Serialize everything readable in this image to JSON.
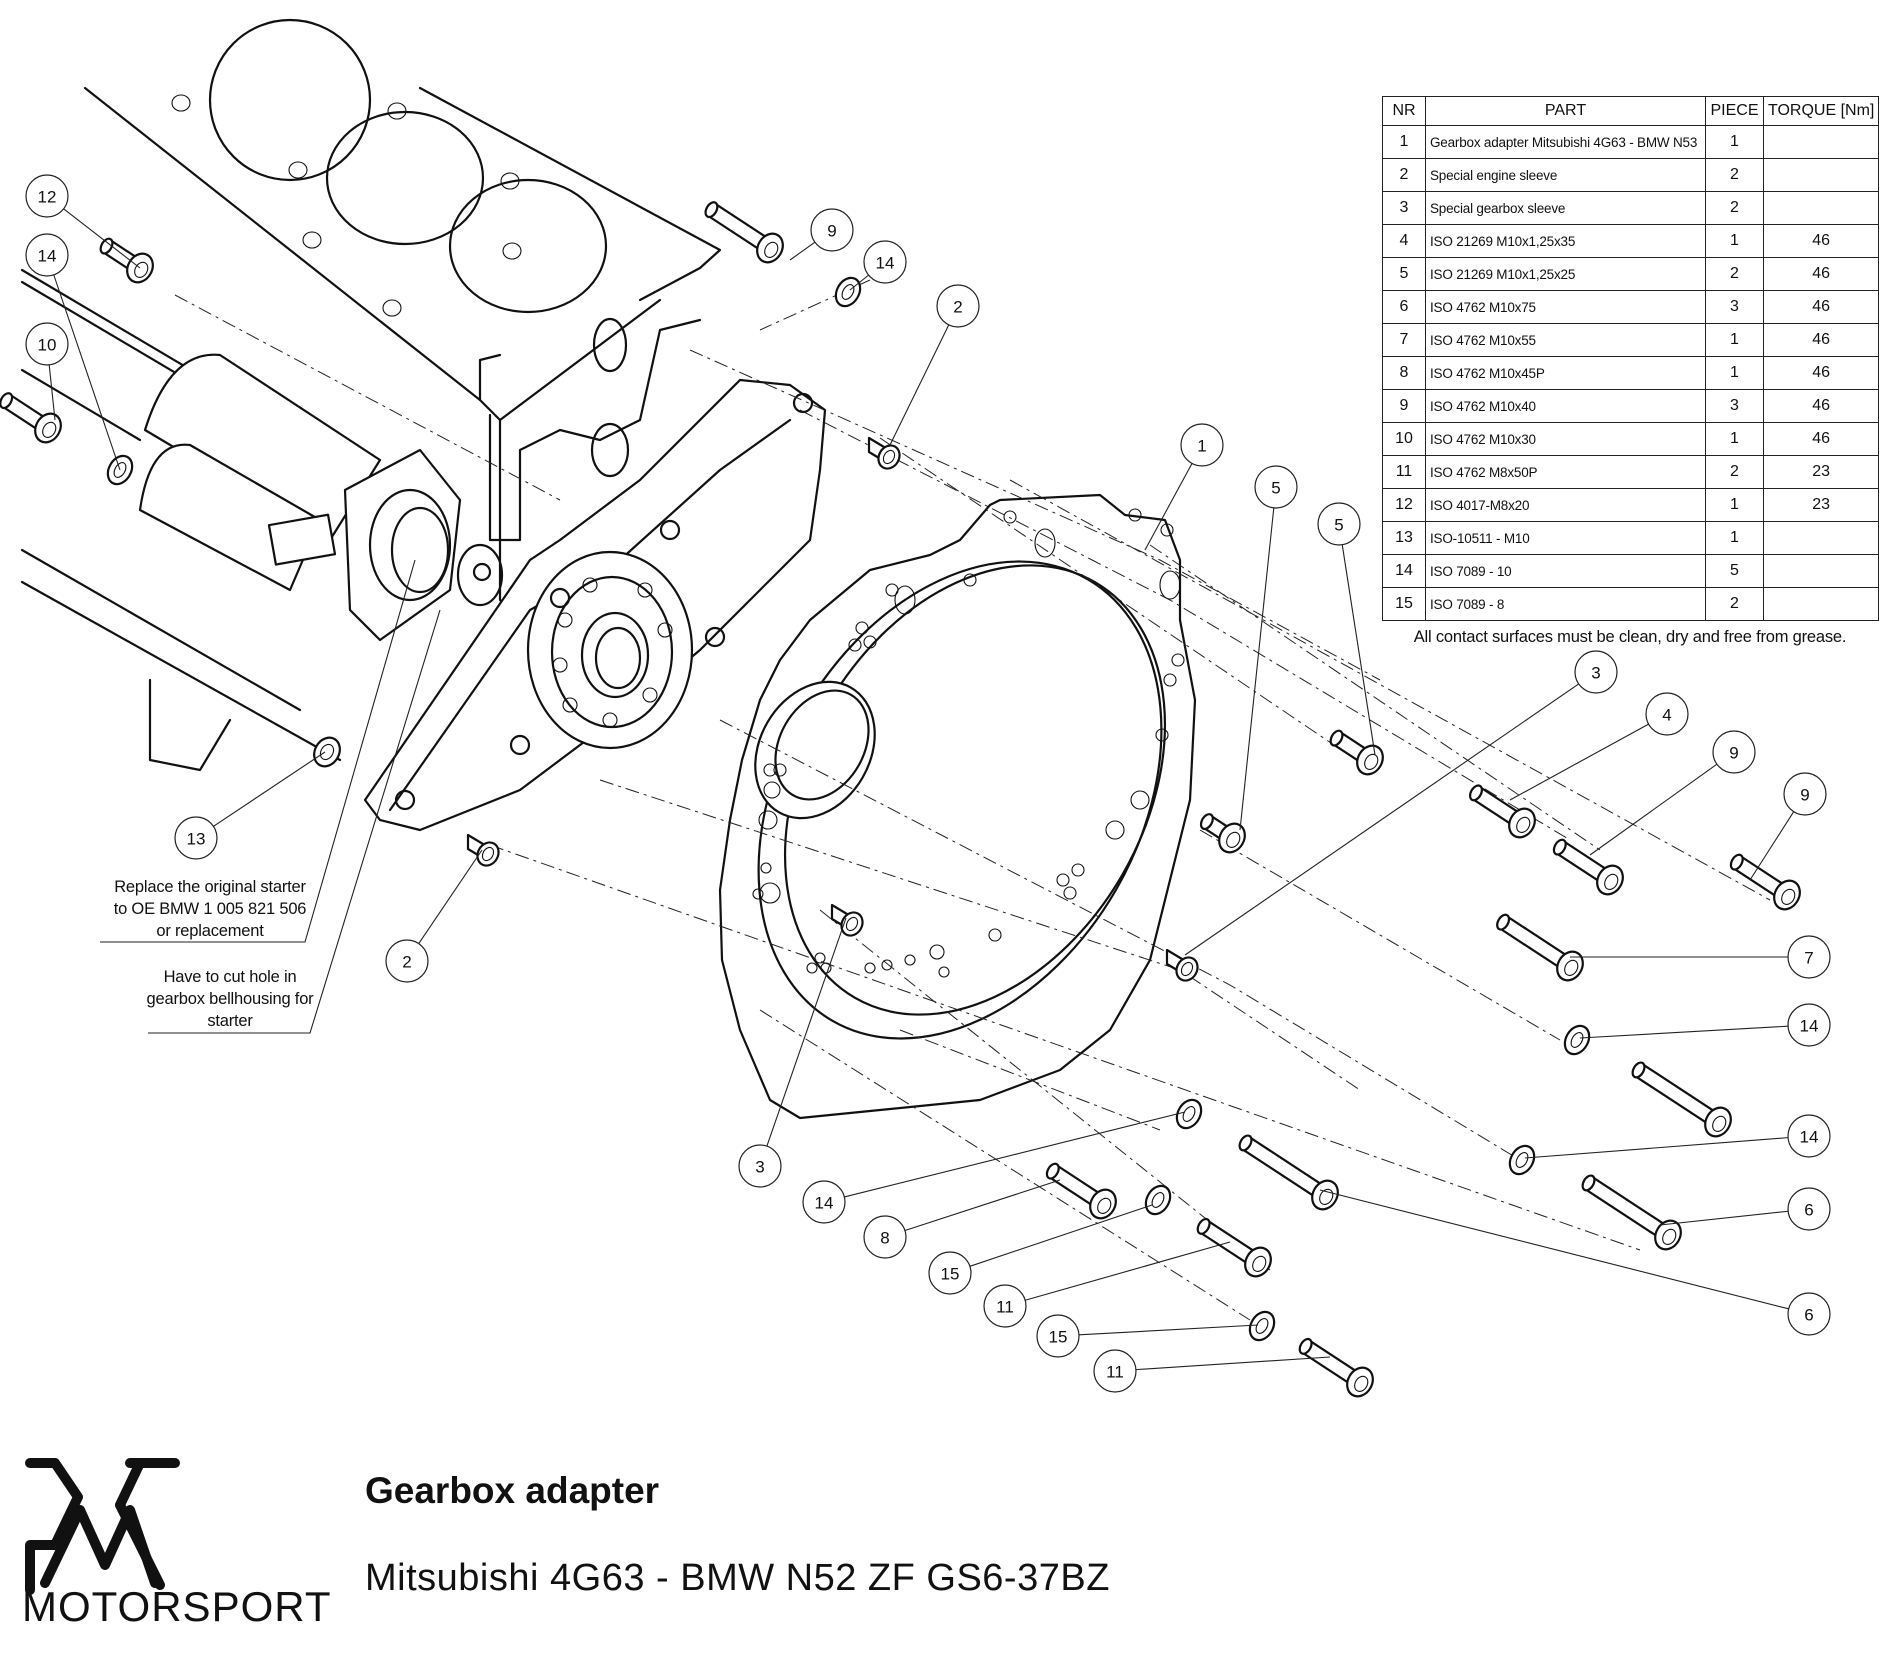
{
  "bom_table": {
    "headers": {
      "nr": "NR",
      "part": "PART",
      "piece": "PIECE",
      "torque": "TORQUE [Nm]"
    },
    "rows": [
      {
        "nr": "1",
        "part": "Gearbox adapter Mitsubishi 4G63 - BMW N53",
        "piece": "1",
        "torque": ""
      },
      {
        "nr": "2",
        "part": "Special engine sleeve",
        "piece": "2",
        "torque": ""
      },
      {
        "nr": "3",
        "part": "Special gearbox sleeve",
        "piece": "2",
        "torque": ""
      },
      {
        "nr": "4",
        "part": "ISO 21269 M10x1,25x35",
        "piece": "1",
        "torque": "46"
      },
      {
        "nr": "5",
        "part": "ISO 21269 M10x1,25x25",
        "piece": "2",
        "torque": "46"
      },
      {
        "nr": "6",
        "part": "ISO 4762 M10x75",
        "piece": "3",
        "torque": "46"
      },
      {
        "nr": "7",
        "part": "ISO 4762 M10x55",
        "piece": "1",
        "torque": "46"
      },
      {
        "nr": "8",
        "part": "ISO 4762 M10x45P",
        "piece": "1",
        "torque": "46"
      },
      {
        "nr": "9",
        "part": "ISO 4762 M10x40",
        "piece": "3",
        "torque": "46"
      },
      {
        "nr": "10",
        "part": "ISO 4762 M10x30",
        "piece": "1",
        "torque": "46"
      },
      {
        "nr": "11",
        "part": "ISO 4762 M8x50P",
        "piece": "2",
        "torque": "23"
      },
      {
        "nr": "12",
        "part": "ISO 4017-M8x20",
        "piece": "1",
        "torque": "23"
      },
      {
        "nr": "13",
        "part": "ISO-10511 - M10",
        "piece": "1",
        "torque": ""
      },
      {
        "nr": "14",
        "part": "ISO 7089 - 10",
        "piece": "5",
        "torque": ""
      },
      {
        "nr": "15",
        "part": "ISO 7089 - 8",
        "piece": "2",
        "torque": ""
      }
    ],
    "note": "All contact surfaces must be clean, dry and free from grease."
  },
  "annotations": {
    "starter_replace": [
      "Replace the original starter",
      "to OE BMW 1 005 821 506",
      "or replacement"
    ],
    "cut_hole": [
      "Have to cut hole in",
      "gearbox bellhousing for",
      "starter"
    ]
  },
  "callouts": [
    "12",
    "14",
    "10",
    "9",
    "14",
    "2",
    "1",
    "5",
    "5",
    "3",
    "4",
    "9",
    "9",
    "7",
    "14",
    "14",
    "6",
    "6",
    "13",
    "2",
    "3",
    "14",
    "8",
    "15",
    "11",
    "15",
    "11"
  ],
  "footer": {
    "brand_icon": "pmc-logo-icon",
    "brand_text": "MOTORSPORT",
    "title": "Gearbox adapter",
    "subtitle": "Mitsubishi 4G63 - BMW N52 ZF GS6-37BZ"
  }
}
